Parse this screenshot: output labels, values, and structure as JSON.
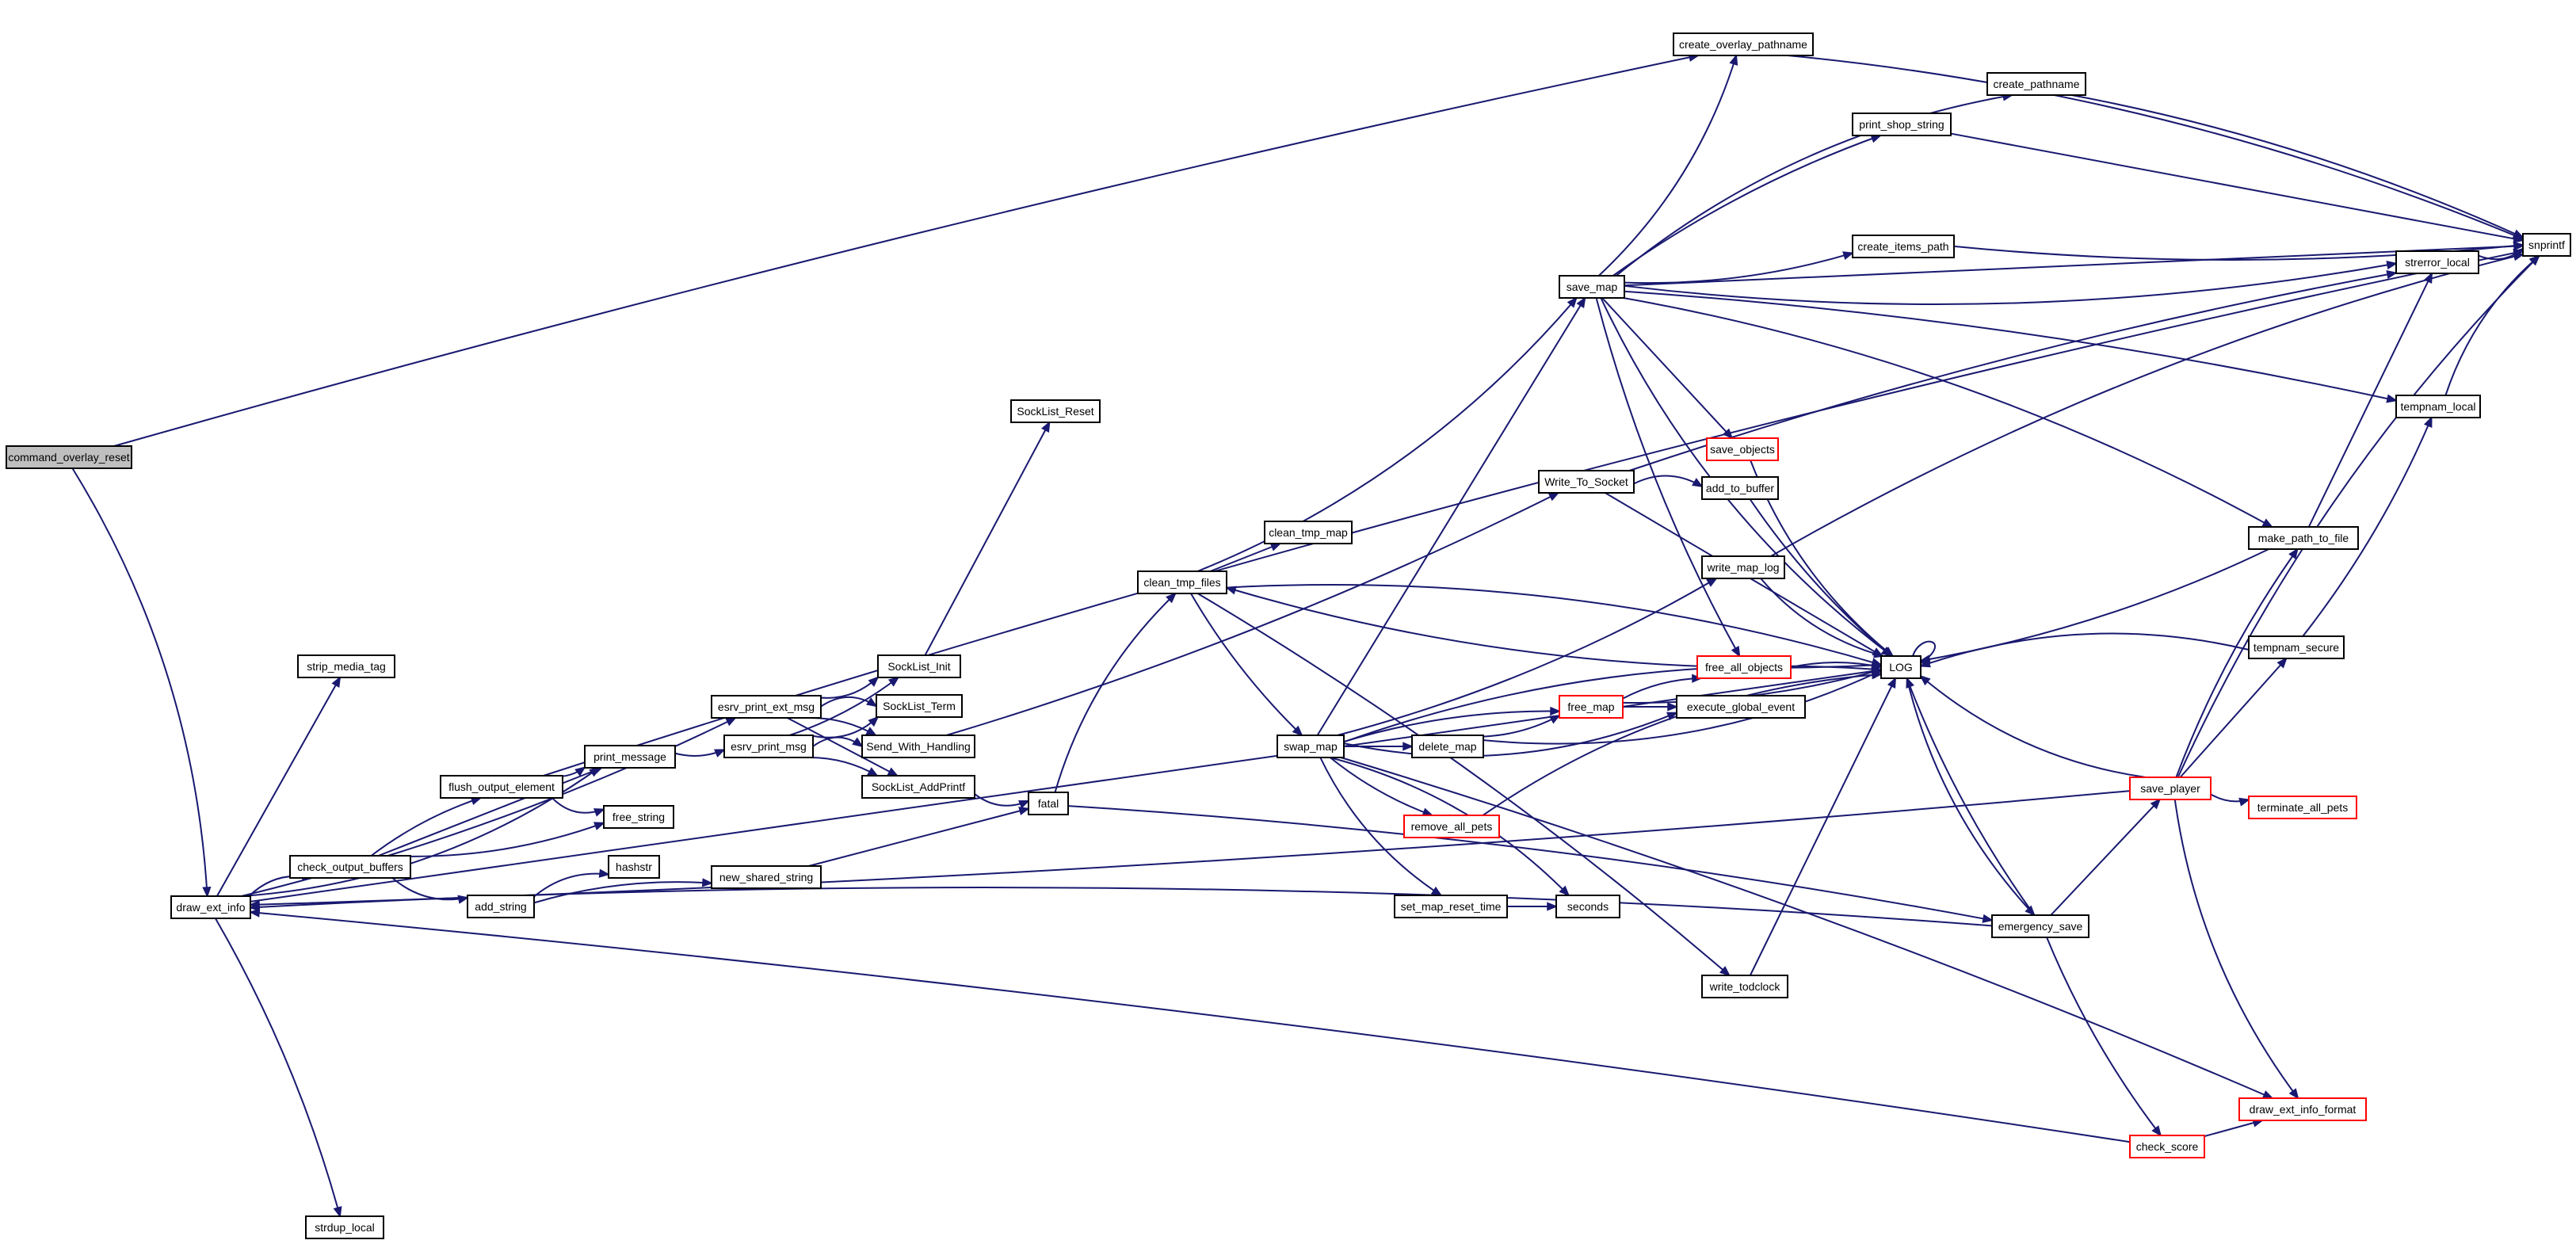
{
  "colors": {
    "edge": "#191970",
    "node_border": "#000000",
    "node_border_truncated": "#ff0000",
    "root_fill": "#bfbfbf",
    "node_fill": "#ffffff"
  },
  "nodes": [
    {
      "id": "command_overlay_reset",
      "label": "command_overlay_reset",
      "root": true
    },
    {
      "id": "draw_ext_info",
      "label": "draw_ext_info"
    },
    {
      "id": "strip_media_tag",
      "label": "strip_media_tag"
    },
    {
      "id": "esrv_print_ext_msg",
      "label": "esrv_print_ext_msg"
    },
    {
      "id": "print_message",
      "label": "print_message"
    },
    {
      "id": "flush_output_element",
      "label": "flush_output_element"
    },
    {
      "id": "free_string",
      "label": "free_string"
    },
    {
      "id": "check_output_buffers",
      "label": "check_output_buffers"
    },
    {
      "id": "hashstr",
      "label": "hashstr"
    },
    {
      "id": "add_string",
      "label": "add_string"
    },
    {
      "id": "new_shared_string",
      "label": "new_shared_string"
    },
    {
      "id": "strdup_local",
      "label": "strdup_local"
    },
    {
      "id": "esrv_print_msg",
      "label": "esrv_print_msg"
    },
    {
      "id": "SockList_Reset",
      "label": "SockList_Reset"
    },
    {
      "id": "SockList_Init",
      "label": "SockList_Init"
    },
    {
      "id": "SockList_Term",
      "label": "SockList_Term"
    },
    {
      "id": "Send_With_Handling",
      "label": "Send_With_Handling"
    },
    {
      "id": "SockList_AddPrintf",
      "label": "SockList_AddPrintf"
    },
    {
      "id": "fatal",
      "label": "fatal"
    },
    {
      "id": "clean_tmp_files",
      "label": "clean_tmp_files"
    },
    {
      "id": "clean_tmp_map",
      "label": "clean_tmp_map"
    },
    {
      "id": "swap_map",
      "label": "swap_map"
    },
    {
      "id": "delete_map",
      "label": "delete_map"
    },
    {
      "id": "remove_all_pets",
      "label": "remove_all_pets",
      "truncated": true
    },
    {
      "id": "set_map_reset_time",
      "label": "set_map_reset_time"
    },
    {
      "id": "seconds",
      "label": "seconds"
    },
    {
      "id": "free_map",
      "label": "free_map",
      "truncated": true
    },
    {
      "id": "save_map",
      "label": "save_map"
    },
    {
      "id": "create_overlay_pathname",
      "label": "create_overlay_pathname"
    },
    {
      "id": "create_pathname",
      "label": "create_pathname"
    },
    {
      "id": "print_shop_string",
      "label": "print_shop_string"
    },
    {
      "id": "create_items_path",
      "label": "create_items_path"
    },
    {
      "id": "save_objects",
      "label": "save_objects",
      "truncated": true
    },
    {
      "id": "Write_To_Socket",
      "label": "Write_To_Socket"
    },
    {
      "id": "add_to_buffer",
      "label": "add_to_buffer"
    },
    {
      "id": "write_map_log",
      "label": "write_map_log"
    },
    {
      "id": "free_all_objects",
      "label": "free_all_objects",
      "truncated": true
    },
    {
      "id": "execute_global_event",
      "label": "execute_global_event"
    },
    {
      "id": "write_todclock",
      "label": "write_todclock"
    },
    {
      "id": "LOG",
      "label": "LOG"
    },
    {
      "id": "emergency_save",
      "label": "emergency_save"
    },
    {
      "id": "save_player",
      "label": "save_player",
      "truncated": true
    },
    {
      "id": "check_score",
      "label": "check_score",
      "truncated": true
    },
    {
      "id": "terminate_all_pets",
      "label": "terminate_all_pets",
      "truncated": true
    },
    {
      "id": "draw_ext_info_format",
      "label": "draw_ext_info_format",
      "truncated": true
    },
    {
      "id": "strerror_local",
      "label": "strerror_local"
    },
    {
      "id": "tempnam_local",
      "label": "tempnam_local"
    },
    {
      "id": "make_path_to_file",
      "label": "make_path_to_file"
    },
    {
      "id": "tempnam_secure",
      "label": "tempnam_secure"
    },
    {
      "id": "snprintf",
      "label": "snprintf"
    }
  ],
  "edges": [
    [
      "command_overlay_reset",
      "draw_ext_info"
    ],
    [
      "command_overlay_reset",
      "create_overlay_pathname"
    ],
    [
      "draw_ext_info",
      "strip_media_tag"
    ],
    [
      "draw_ext_info",
      "esrv_print_ext_msg"
    ],
    [
      "draw_ext_info",
      "print_message"
    ],
    [
      "draw_ext_info",
      "check_output_buffers"
    ],
    [
      "draw_ext_info",
      "strdup_local"
    ],
    [
      "draw_ext_info",
      "LOG"
    ],
    [
      "flush_output_element",
      "print_message"
    ],
    [
      "flush_output_element",
      "free_string"
    ],
    [
      "flush_output_element",
      "snprintf"
    ],
    [
      "check_output_buffers",
      "flush_output_element"
    ],
    [
      "check_output_buffers",
      "print_message"
    ],
    [
      "check_output_buffers",
      "free_string"
    ],
    [
      "check_output_buffers",
      "add_string"
    ],
    [
      "add_string",
      "hashstr"
    ],
    [
      "add_string",
      "new_shared_string"
    ],
    [
      "new_shared_string",
      "fatal"
    ],
    [
      "print_message",
      "esrv_print_msg"
    ],
    [
      "esrv_print_ext_msg",
      "SockList_Init"
    ],
    [
      "esrv_print_ext_msg",
      "SockList_Term"
    ],
    [
      "esrv_print_ext_msg",
      "Send_With_Handling"
    ],
    [
      "esrv_print_ext_msg",
      "SockList_AddPrintf"
    ],
    [
      "esrv_print_msg",
      "SockList_Init"
    ],
    [
      "esrv_print_msg",
      "SockList_Term"
    ],
    [
      "esrv_print_msg",
      "Send_With_Handling"
    ],
    [
      "esrv_print_msg",
      "SockList_AddPrintf"
    ],
    [
      "SockList_Init",
      "SockList_Reset"
    ],
    [
      "Send_With_Handling",
      "Write_To_Socket"
    ],
    [
      "SockList_AddPrintf",
      "fatal"
    ],
    [
      "fatal",
      "clean_tmp_files"
    ],
    [
      "fatal",
      "emergency_save"
    ],
    [
      "clean_tmp_files",
      "clean_tmp_map"
    ],
    [
      "clean_tmp_files",
      "swap_map"
    ],
    [
      "clean_tmp_files",
      "save_map"
    ],
    [
      "clean_tmp_files",
      "LOG"
    ],
    [
      "clean_tmp_files",
      "write_todclock"
    ],
    [
      "swap_map",
      "delete_map"
    ],
    [
      "swap_map",
      "remove_all_pets"
    ],
    [
      "swap_map",
      "set_map_reset_time"
    ],
    [
      "swap_map",
      "seconds"
    ],
    [
      "swap_map",
      "free_map"
    ],
    [
      "swap_map",
      "save_map"
    ],
    [
      "swap_map",
      "write_map_log"
    ],
    [
      "swap_map",
      "execute_global_event"
    ],
    [
      "swap_map",
      "LOG"
    ],
    [
      "swap_map",
      "draw_ext_info_format"
    ],
    [
      "set_map_reset_time",
      "seconds"
    ],
    [
      "delete_map",
      "free_map"
    ],
    [
      "delete_map",
      "LOG"
    ],
    [
      "remove_all_pets",
      "LOG"
    ],
    [
      "free_map",
      "free_all_objects"
    ],
    [
      "free_map",
      "execute_global_event"
    ],
    [
      "free_map",
      "LOG"
    ],
    [
      "save_map",
      "create_overlay_pathname"
    ],
    [
      "save_map",
      "create_pathname"
    ],
    [
      "save_map",
      "print_shop_string"
    ],
    [
      "save_map",
      "snprintf"
    ],
    [
      "save_map",
      "create_items_path"
    ],
    [
      "save_map",
      "strerror_local"
    ],
    [
      "save_map",
      "make_path_to_file"
    ],
    [
      "save_map",
      "tempnam_local"
    ],
    [
      "save_map",
      "save_objects"
    ],
    [
      "save_map",
      "free_all_objects"
    ],
    [
      "save_map",
      "LOG"
    ],
    [
      "create_overlay_pathname",
      "snprintf"
    ],
    [
      "create_pathname",
      "snprintf"
    ],
    [
      "print_shop_string",
      "snprintf"
    ],
    [
      "create_items_path",
      "snprintf"
    ],
    [
      "save_objects",
      "LOG"
    ],
    [
      "Write_To_Socket",
      "add_to_buffer"
    ],
    [
      "Write_To_Socket",
      "strerror_local"
    ],
    [
      "Write_To_Socket",
      "LOG"
    ],
    [
      "add_to_buffer",
      "LOG"
    ],
    [
      "write_map_log",
      "LOG"
    ],
    [
      "write_map_log",
      "snprintf"
    ],
    [
      "free_all_objects",
      "LOG"
    ],
    [
      "write_todclock",
      "LOG"
    ],
    [
      "LOG",
      "LOG"
    ],
    [
      "LOG",
      "emergency_save"
    ],
    [
      "LOG",
      "clean_tmp_files"
    ],
    [
      "emergency_save",
      "LOG"
    ],
    [
      "emergency_save",
      "save_player"
    ],
    [
      "emergency_save",
      "check_score"
    ],
    [
      "emergency_save",
      "draw_ext_info"
    ],
    [
      "save_player",
      "LOG"
    ],
    [
      "save_player",
      "make_path_to_file"
    ],
    [
      "save_player",
      "tempnam_secure"
    ],
    [
      "save_player",
      "terminate_all_pets"
    ],
    [
      "save_player",
      "draw_ext_info_format"
    ],
    [
      "save_player",
      "snprintf"
    ],
    [
      "save_player",
      "draw_ext_info"
    ],
    [
      "check_score",
      "draw_ext_info_format"
    ],
    [
      "check_score",
      "draw_ext_info"
    ],
    [
      "strerror_local",
      "snprintf"
    ],
    [
      "tempnam_local",
      "snprintf"
    ],
    [
      "make_path_to_file",
      "LOG"
    ],
    [
      "make_path_to_file",
      "strerror_local"
    ],
    [
      "tempnam_secure",
      "tempnam_local"
    ],
    [
      "tempnam_secure",
      "LOG"
    ]
  ]
}
